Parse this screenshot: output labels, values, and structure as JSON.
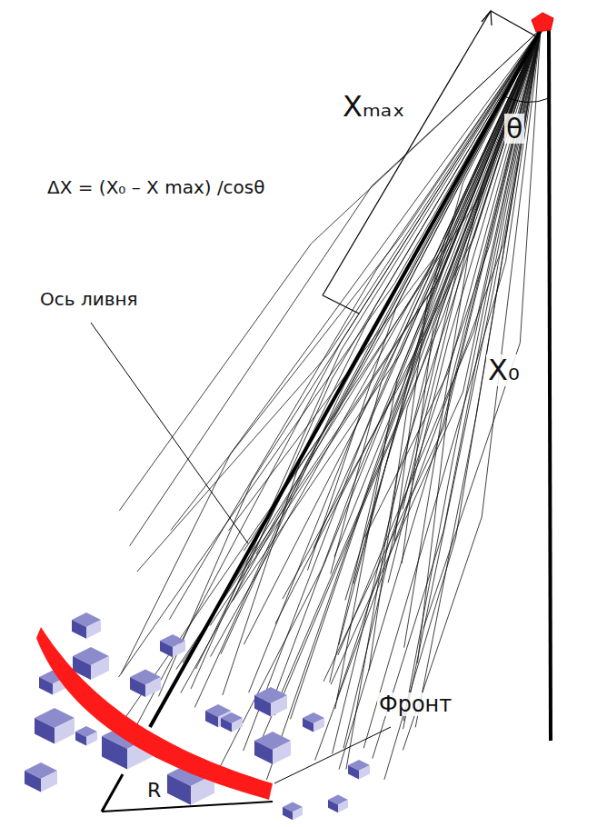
{
  "diagram": {
    "labels": [
      "Xₘₐₓ",
      "θ",
      "ΔX = (X₀ – X max) /cosθ",
      "Ось ливня",
      "X₀",
      "Фронт",
      "R"
    ]
  }
}
